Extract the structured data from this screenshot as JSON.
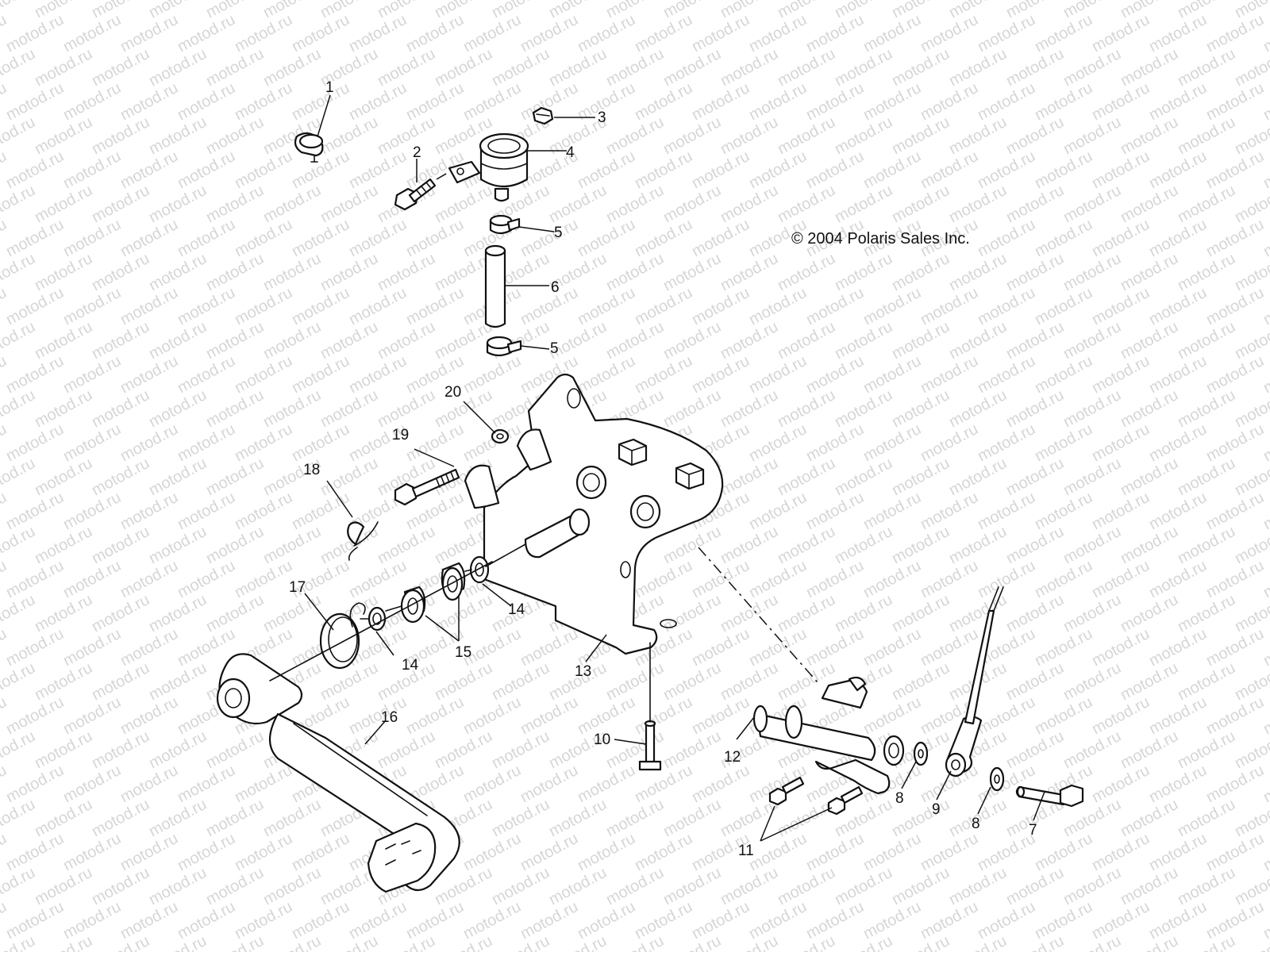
{
  "watermark": "motod.ru",
  "copyright": "© 2004 Polaris Sales Inc.",
  "callouts": [
    "1",
    "2",
    "3",
    "4",
    "5",
    "5",
    "6",
    "7",
    "8",
    "8",
    "9",
    "10",
    "11",
    "12",
    "13",
    "14",
    "14",
    "15",
    "16",
    "17",
    "18",
    "19",
    "20"
  ]
}
